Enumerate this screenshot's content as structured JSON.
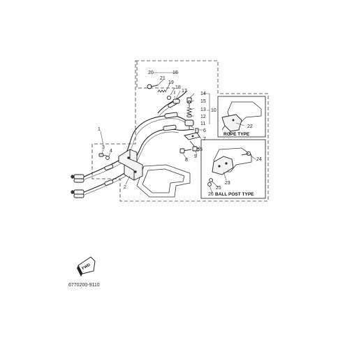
{
  "diagram": {
    "callouts": [
      "1",
      "2",
      "3",
      "4",
      "5",
      "6",
      "7",
      "8",
      "9",
      "10",
      "11",
      "12",
      "13",
      "14",
      "15",
      "16",
      "17",
      "18",
      "19",
      "20",
      "21",
      "22",
      "23",
      "24",
      "25",
      "26"
    ],
    "rope_type_label": "ROPE TYPE",
    "ball_post_type_label": "BALL POST TYPE",
    "fwd_badge": "FWD",
    "figure_code": "6770200-9110"
  }
}
